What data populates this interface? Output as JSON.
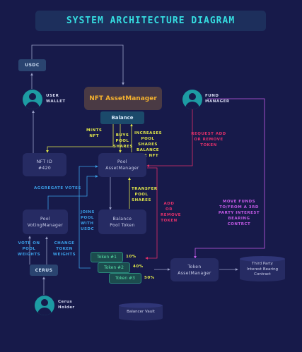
{
  "title": "SYSTEM ARCHITECTURE DIAGRAM",
  "nodes": {
    "usdc": "USDC",
    "nft_asset_manager": "NFT AssetManager",
    "balance": "Balance",
    "nft_id": [
      "NFT ID",
      "#420"
    ],
    "pool_asset_manager": [
      "Pool",
      "AssetManager"
    ],
    "pool_voting_manager": [
      "Pool",
      "VotingManager"
    ],
    "balance_pool_token": [
      "Balance",
      "Pool Token"
    ],
    "cerus": "CERUS",
    "token_asset_manager": [
      "Token",
      "AssetManager"
    ],
    "third_party": [
      "Third Party",
      "Interest Bearing",
      "Contract"
    ],
    "balancer_vault": "Balancer Vault",
    "tokens": [
      {
        "label": "Token #1",
        "pct": "10%"
      },
      {
        "label": "Token #2",
        "pct": "40%"
      },
      {
        "label": "Token #3",
        "pct": "50%"
      }
    ]
  },
  "actors": {
    "user_wallet": [
      "USER",
      "WALLET"
    ],
    "fund_manager": [
      "FUND",
      "MANAGER"
    ],
    "cerus_holder": [
      "Cerus",
      "Holder"
    ]
  },
  "edge_labels": {
    "mints_nft": [
      "MINTS",
      "NFT"
    ],
    "buys_pool_shares": [
      "BUYS",
      "POOL",
      "SHARES"
    ],
    "increases_pool_shares": [
      "INCREASES",
      "POOL SHARES",
      "BALANCE",
      "FOR NFT"
    ],
    "request_remove": [
      "REQUEST ADD",
      "OR REMOVE",
      "TOKEN"
    ],
    "aggregate_votes": "AGGREGATE VOTES",
    "transfer_pool_shares": [
      "TRANSFER",
      "POOL",
      "SHARES"
    ],
    "add_remove_token": [
      "ADD OR",
      "REMOVE",
      "TOKEN"
    ],
    "move_funds": [
      "MOVE FUNDS",
      "TO/FROM A 3RD",
      "PARTY INTEREST",
      "BEARING CONTRCT"
    ],
    "joins_pool": [
      "JOINS",
      "POOL",
      "WITH",
      "USDC"
    ],
    "vote_on_pool_weights": [
      "VOTE ON",
      "POOL",
      "WEIGHTS"
    ],
    "change_token_weights": [
      "CHANGE",
      "TOKEN",
      "WEIGHTS"
    ]
  },
  "colors": {
    "background": "#171a4a",
    "title": "#35dde0",
    "yellow_labels": "#e2e84a",
    "pink_labels": "#e2306a",
    "blue_labels": "#3b9fe8",
    "purple_labels": "#c55be8",
    "token_text": "#58e0a8"
  }
}
